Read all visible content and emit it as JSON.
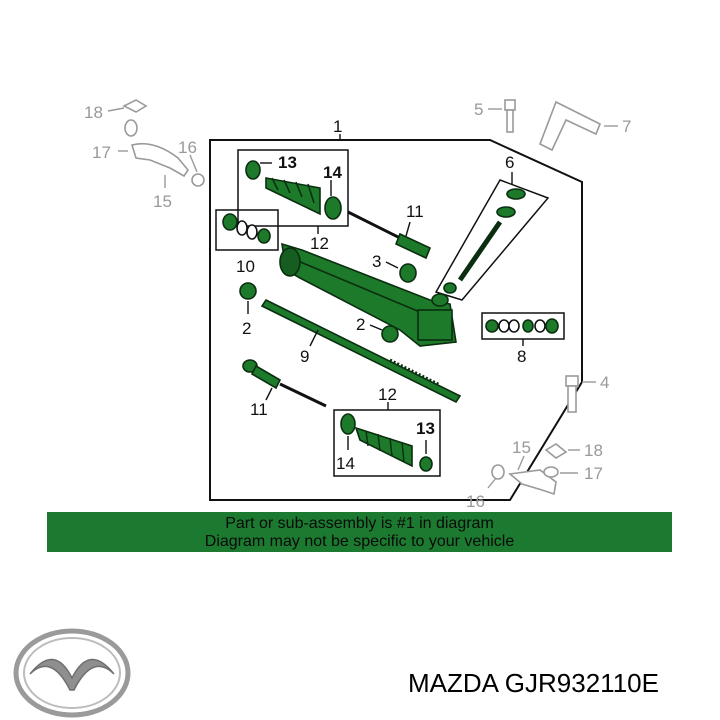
{
  "diagram": {
    "callouts": {
      "c1": "1",
      "c2a": "2",
      "c2b": "2",
      "c3": "3",
      "c4": "4",
      "c5": "5",
      "c6": "6",
      "c7": "7",
      "c8": "8",
      "c9": "9",
      "c10": "10",
      "c11a": "11",
      "c11b": "11",
      "c12a": "12",
      "c12b": "12",
      "c13a": "13",
      "c13b": "13",
      "c14a": "14",
      "c14b": "14",
      "c15a": "15",
      "c15b": "15",
      "c16a": "16",
      "c16b": "16",
      "c17a": "17",
      "c17b": "17",
      "c18a": "18",
      "c18b": "18"
    },
    "colors": {
      "highlight": "#1b7a2f",
      "part_fill": "#1c7a2a",
      "outline": "#111111",
      "greyed": "#999999"
    }
  },
  "banner": {
    "line1": "Part or sub-assembly is #1 in diagram",
    "line2": "Diagram may not be specific to your vehicle"
  },
  "brand": {
    "logo_icon": "mazda-logo-icon",
    "part_label": "MAZDA GJR932110E"
  }
}
